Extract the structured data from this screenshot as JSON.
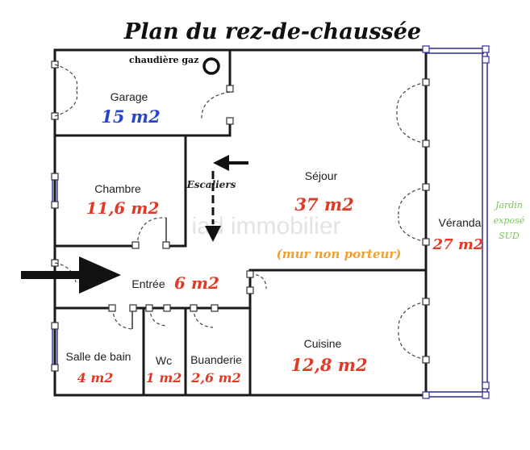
{
  "title": "Plan du rez-de-chaussée",
  "boiler_label": "chaudière gaz",
  "stairs_label": "Escaliers",
  "wall_note": "(mur non porteur)",
  "garden_label": [
    "Jardin",
    "exposé",
    "SUD"
  ],
  "watermark": "iad immobilier",
  "rooms": {
    "garage": {
      "name": "Garage",
      "area": "15 m2"
    },
    "chambre": {
      "name": "Chambre",
      "area": "11,6 m2"
    },
    "sejour": {
      "name": "Séjour",
      "area": "37 m2"
    },
    "veranda": {
      "name": "Véranda",
      "area": "27 m2"
    },
    "entree": {
      "name": "Entrée",
      "area": "6 m2"
    },
    "sdb": {
      "name": "Salle de bain",
      "area": "4 m2"
    },
    "wc": {
      "name": "Wc",
      "area": "1 m2"
    },
    "buanderie": {
      "name": "Buanderie",
      "area": "2,6 m2"
    },
    "cuisine": {
      "name": "Cuisine",
      "area": "12,8 m2"
    }
  },
  "colors": {
    "area_text": "#e03a26",
    "garage_area_text": "#2a46c8",
    "note_text": "#f0a030",
    "garden_text": "#7bc35a",
    "veranda_frame": "#2f2f9a",
    "walls": "#1a1a1a"
  }
}
